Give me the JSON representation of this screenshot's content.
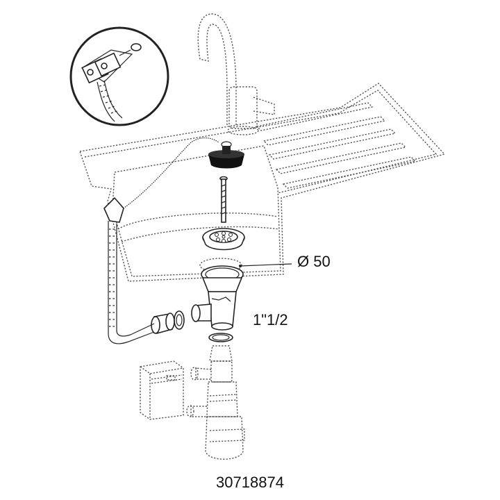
{
  "labels": {
    "diameter": "Ø 50",
    "thread": "1\"1/2",
    "code": "30718874"
  },
  "colors": {
    "line": "#222222",
    "dashed": "#555555",
    "stopper": "#111111",
    "background": "#ffffff"
  }
}
